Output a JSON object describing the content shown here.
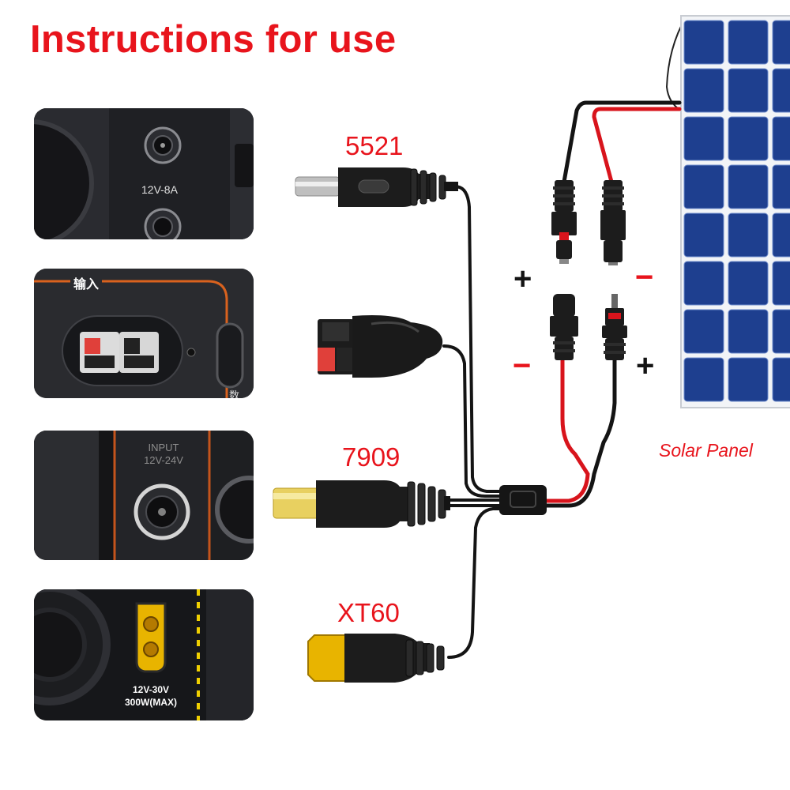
{
  "title": "Instructions for use",
  "photos": {
    "dc5521": {
      "rating": "12V-8A"
    },
    "anderson": {
      "label": "输入",
      "side_text": "数"
    },
    "dc7909": {
      "input_line1": "INPUT",
      "input_line2": "12V-24V"
    },
    "xt60": {
      "rating_line1": "12V-30V",
      "rating_line2": "300W(MAX)"
    }
  },
  "connectors": {
    "c5521": "5521",
    "c7909": "7909",
    "cxt60": "XT60"
  },
  "polarity": {
    "upper_left": "+",
    "upper_right": "−",
    "lower_left": "−",
    "lower_right": "+"
  },
  "solar_panel_label": "Solar Panel",
  "colors": {
    "accent_red": "#e8141c",
    "cable_black": "#141414",
    "cable_red": "#d8141c",
    "panel_blue": "#1e3f8f",
    "anderson_red": "#e0403a",
    "xt60_yellow": "#e8b400"
  }
}
